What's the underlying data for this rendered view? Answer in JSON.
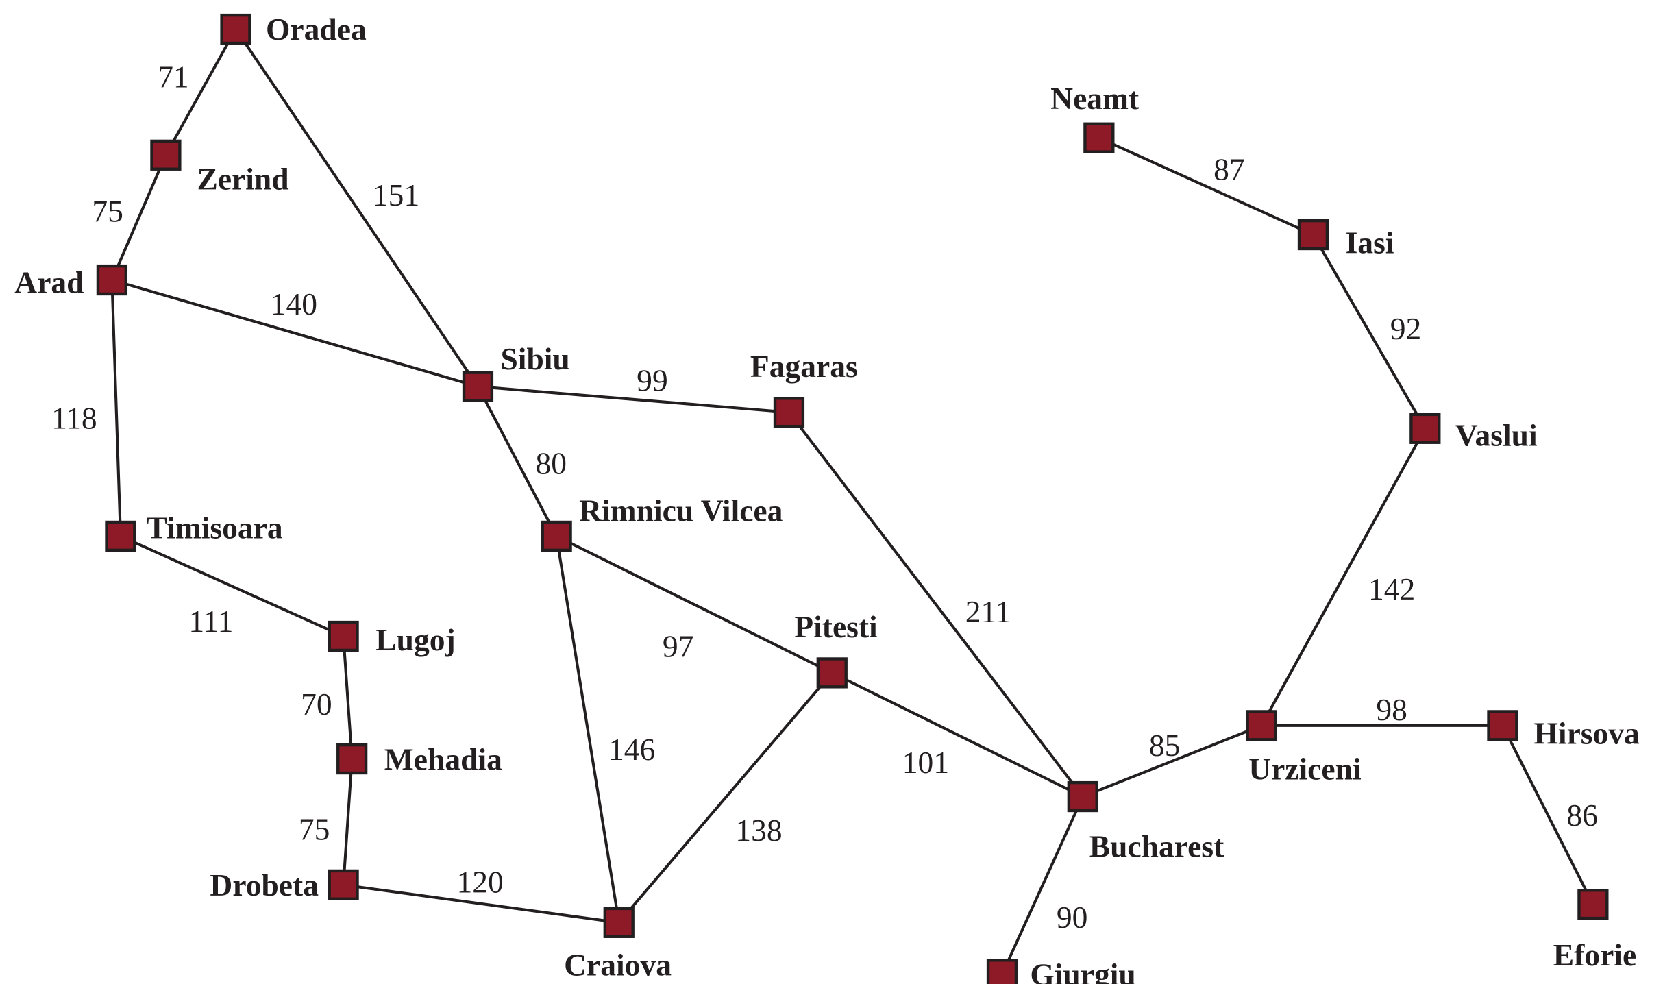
{
  "title": "Road map of Romania",
  "colors": {
    "node_fill": "#8f1a27",
    "stroke": "#231f20",
    "background": "#ffffff"
  },
  "cities": [
    "Oradea",
    "Zerind",
    "Arad",
    "Sibiu",
    "Fagaras",
    "Timisoara",
    "Lugoj",
    "Mehadia",
    "Drobeta",
    "Craiova",
    "Rimnicu Vilcea",
    "Pitesti",
    "Bucharest",
    "Giurgiu",
    "Urziceni",
    "Hirsova",
    "Eforie",
    "Vaslui",
    "Iasi",
    "Neamt"
  ],
  "roads": [
    {
      "from": "Oradea",
      "to": "Zerind",
      "distance": "71"
    },
    {
      "from": "Zerind",
      "to": "Arad",
      "distance": "75"
    },
    {
      "from": "Oradea",
      "to": "Sibiu",
      "distance": "151"
    },
    {
      "from": "Arad",
      "to": "Sibiu",
      "distance": "140"
    },
    {
      "from": "Arad",
      "to": "Timisoara",
      "distance": "118"
    },
    {
      "from": "Sibiu",
      "to": "Fagaras",
      "distance": "99"
    },
    {
      "from": "Sibiu",
      "to": "Rimnicu Vilcea",
      "distance": "80"
    },
    {
      "from": "Timisoara",
      "to": "Lugoj",
      "distance": "111"
    },
    {
      "from": "Lugoj",
      "to": "Mehadia",
      "distance": "70"
    },
    {
      "from": "Mehadia",
      "to": "Drobeta",
      "distance": "75"
    },
    {
      "from": "Drobeta",
      "to": "Craiova",
      "distance": "120"
    },
    {
      "from": "Rimnicu Vilcea",
      "to": "Craiova",
      "distance": "146"
    },
    {
      "from": "Rimnicu Vilcea",
      "to": "Pitesti",
      "distance": "97"
    },
    {
      "from": "Craiova",
      "to": "Pitesti",
      "distance": "138"
    },
    {
      "from": "Pitesti",
      "to": "Bucharest",
      "distance": "101"
    },
    {
      "from": "Fagaras",
      "to": "Bucharest",
      "distance": "211"
    },
    {
      "from": "Bucharest",
      "to": "Giurgiu",
      "distance": "90"
    },
    {
      "from": "Bucharest",
      "to": "Urziceni",
      "distance": "85"
    },
    {
      "from": "Urziceni",
      "to": "Hirsova",
      "distance": "98"
    },
    {
      "from": "Hirsova",
      "to": "Eforie",
      "distance": "86"
    },
    {
      "from": "Urziceni",
      "to": "Vaslui",
      "distance": "142"
    },
    {
      "from": "Vaslui",
      "to": "Iasi",
      "distance": "92"
    },
    {
      "from": "Iasi",
      "to": "Neamt",
      "distance": "87"
    }
  ]
}
